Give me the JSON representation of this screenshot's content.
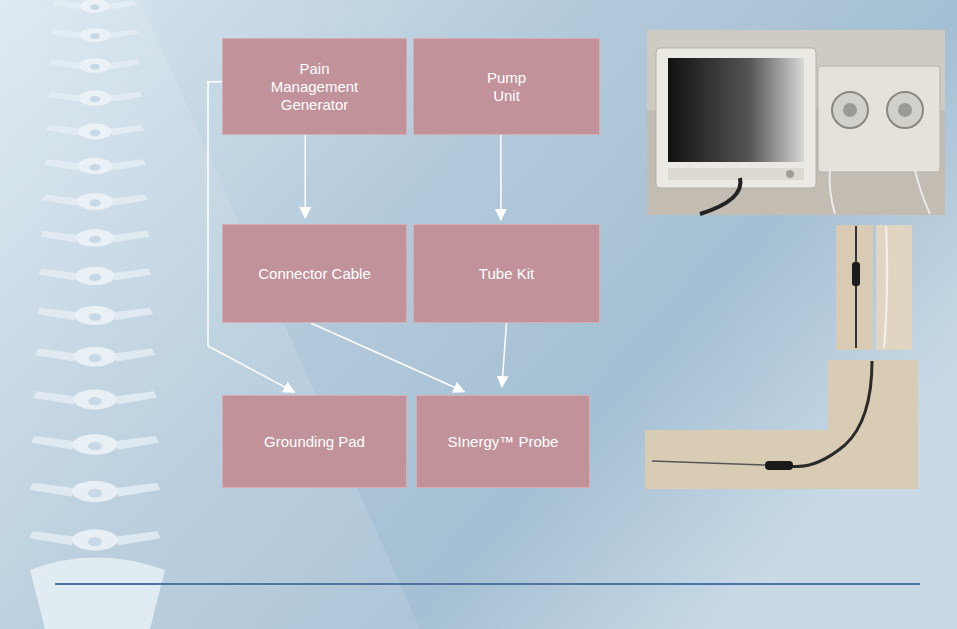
{
  "diagram": {
    "nodes": [
      {
        "text": [
          "Pain Management Generator"
        ]
      },
      {
        "text": [
          "Pump Unit"
        ]
      },
      {
        "text": [
          "Connector Cable"
        ]
      },
      {
        "text": [
          "Tube Kit"
        ]
      },
      {
        "text": [
          "Grounding Pad"
        ]
      },
      {
        "text": [
          "SInergy™ Probe"
        ]
      }
    ],
    "edges": [
      {
        "from": 0,
        "to": 2,
        "arrow": "to"
      },
      {
        "from": 1,
        "to": 3,
        "arrow": "to"
      },
      {
        "from": 0,
        "to": 4,
        "arrow": "to"
      },
      {
        "from": 2,
        "to": 5,
        "arrow": "to"
      },
      {
        "from": 3,
        "to": 5,
        "arrow": "to"
      }
    ]
  }
}
